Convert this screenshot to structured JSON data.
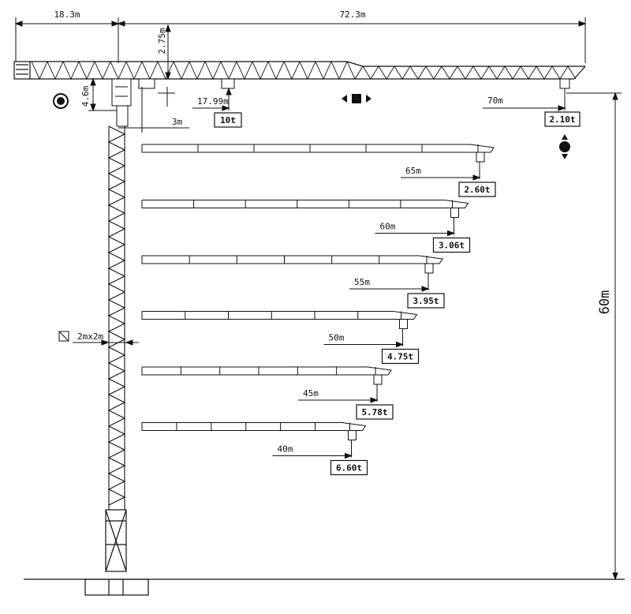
{
  "dimensions": {
    "counter_jib": "18.3m",
    "main_jib": "72.3m",
    "jib_height": "2.75m",
    "cabin_offset": "4.6m",
    "trolley_offset": "3m",
    "section_size": "2mx2m",
    "tower_height": "60m"
  },
  "max_load": {
    "radius": "17.99m",
    "capacity": "10t"
  },
  "jib_configs": [
    {
      "radius": "70m",
      "tip_load": "2.10t"
    },
    {
      "radius": "65m",
      "tip_load": "2.60t"
    },
    {
      "radius": "60m",
      "tip_load": "3.06t"
    },
    {
      "radius": "55m",
      "tip_load": "3.95t"
    },
    {
      "radius": "50m",
      "tip_load": "4.75t"
    },
    {
      "radius": "45m",
      "tip_load": "5.78t"
    },
    {
      "radius": "40m",
      "tip_load": "6.60t"
    }
  ],
  "icons": [
    "slewing-icon",
    "trolley-travel-icon",
    "hoist-icon",
    "section-symbol-icon"
  ]
}
